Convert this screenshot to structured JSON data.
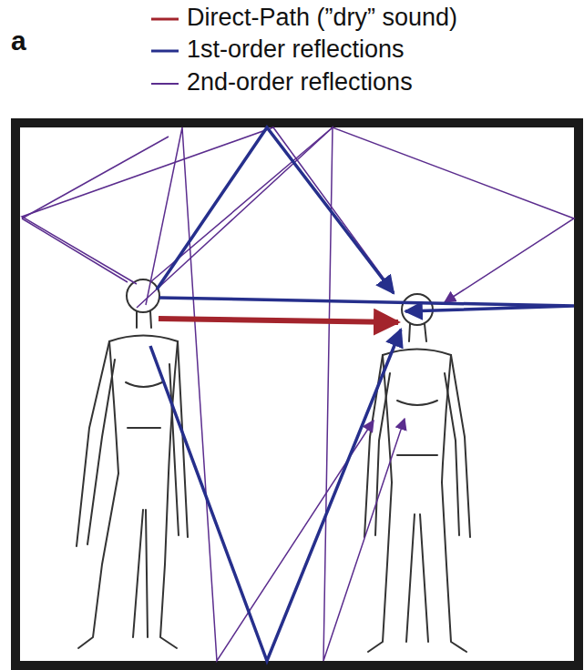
{
  "diagram": {
    "labels": [
      "a"
    ],
    "legend": [
      {
        "text": "Direct-Path (”dry” sound)"
      },
      {
        "text": "1st-order reflections"
      },
      {
        "text": "2nd-order reflections"
      }
    ]
  }
}
